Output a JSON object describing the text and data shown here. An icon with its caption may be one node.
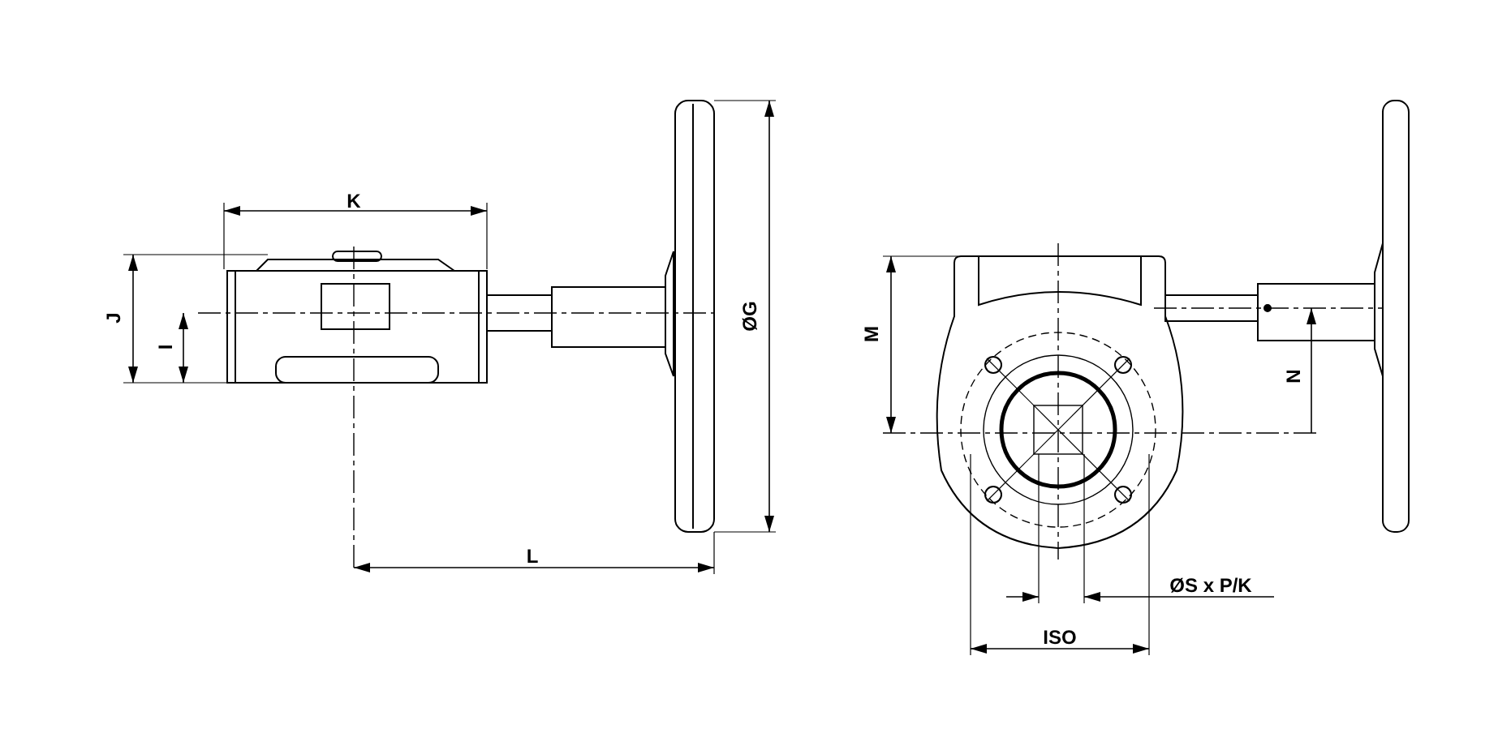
{
  "diagram": {
    "labels": [
      "K",
      "J",
      "I",
      "ØG",
      "L",
      "M",
      "N",
      "ØS x P/K",
      "ISO"
    ]
  }
}
